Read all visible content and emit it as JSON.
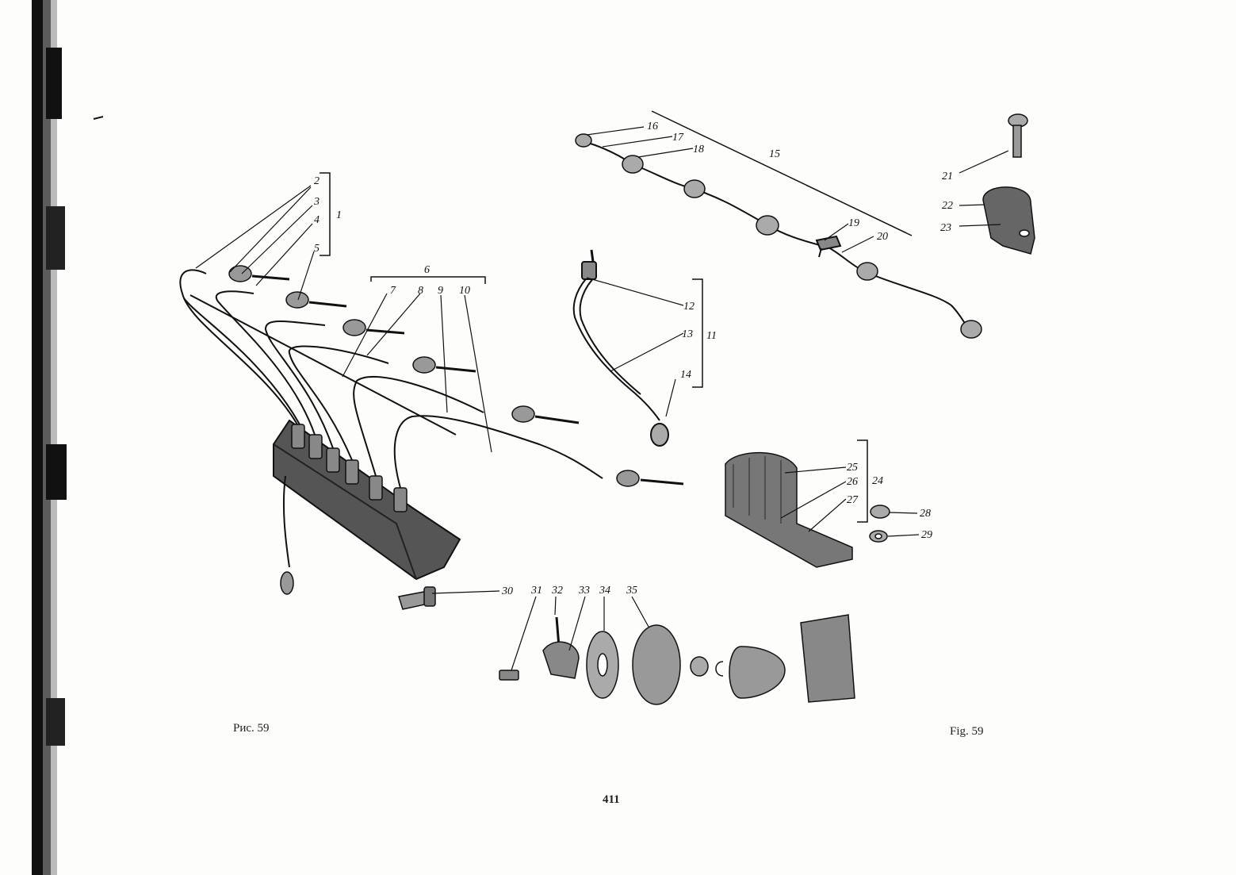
{
  "figure": {
    "caption_ru": "Рис. 59",
    "caption_en": "Fig. 59",
    "page_number": "411"
  },
  "part_labels": [
    "1",
    "2",
    "3",
    "4",
    "5",
    "6",
    "7",
    "8",
    "9",
    "10",
    "11",
    "12",
    "13",
    "14",
    "15",
    "16",
    "17",
    "18",
    "19",
    "20",
    "21",
    "22",
    "23",
    "24",
    "25",
    "26",
    "27",
    "28",
    "29",
    "30",
    "31",
    "32",
    "33",
    "34",
    "35"
  ],
  "colors": {
    "ink": "#1a1a1a",
    "paper": "#fdfdfc"
  }
}
